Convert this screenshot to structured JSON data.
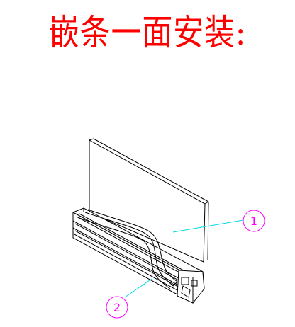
{
  "title": "嵌条一面安装:",
  "callouts": [
    {
      "label": "1"
    },
    {
      "label": "2"
    }
  ],
  "colors": {
    "title": "#ff0000",
    "callout_leader": "#00d8e8",
    "callout_text": "#ff00ff",
    "outline": "#000000"
  }
}
